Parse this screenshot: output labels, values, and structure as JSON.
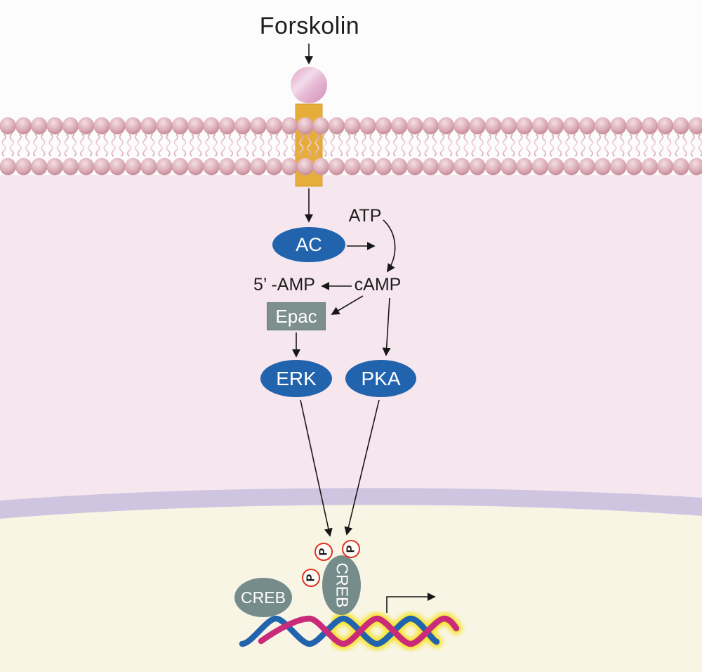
{
  "diagram": {
    "title": "Forskolin",
    "labels": {
      "atp": "ATP",
      "five_amp": "5’ -AMP",
      "camp": "cAMP"
    },
    "nodes": {
      "ac": "AC",
      "epac": "Epac",
      "erk": "ERK",
      "pka": "PKA",
      "creb_inactive": "CREB",
      "creb_active": "CREB",
      "phosphate": "P"
    },
    "colors": {
      "enzyme_blue": "#2263ad",
      "protein_gray_green": "#768c8b",
      "channel_orange": "#e7ad3b",
      "membrane_head_pink": "#c98f9c",
      "cytoplasm_pink": "#f6e7ef",
      "nucleus_cream": "#f8f5e4",
      "nuclear_envelope_purple": "#cfc5e1",
      "phosphate_red": "#e13222",
      "dna_blue": "#2263ad",
      "dna_magenta": "#c92a7a",
      "dna_glow_yellow": "#f7e329",
      "arrow_black": "#171717"
    }
  }
}
